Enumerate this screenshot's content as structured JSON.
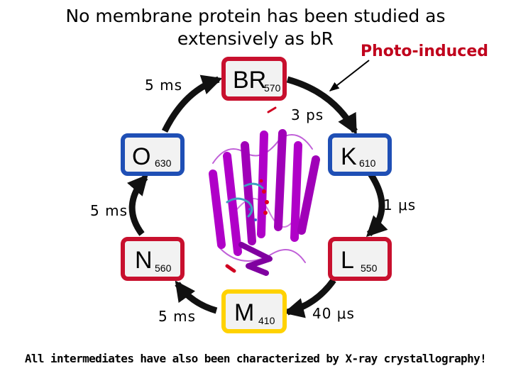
{
  "title": {
    "line1": "No membrane protein has been studied as",
    "line2": "extensively as bR"
  },
  "photo_label": "Photo-induced",
  "states": {
    "br": {
      "main": "BR",
      "sub": "570"
    },
    "k": {
      "main": "K",
      "sub": "610"
    },
    "l": {
      "main": "L",
      "sub": "550"
    },
    "m": {
      "main": "M",
      "sub": "410"
    },
    "n": {
      "main": "N",
      "sub": "560"
    },
    "o": {
      "main": "O",
      "sub": "630"
    }
  },
  "times": {
    "o_to_br": "5 ms",
    "br_to_k": "3 ps",
    "k_to_l": "1 μs",
    "l_to_m": "40 μs",
    "m_to_n": "5 ms",
    "n_to_o": "5 ms"
  },
  "footer": "All intermediates have also been characterized by X-ray crystallography!",
  "colors": {
    "red": "#c8102e",
    "blue": "#1f4fb5",
    "yellow": "#ffd200",
    "helix": "#b000c8",
    "photo_text": "#c0001c"
  }
}
